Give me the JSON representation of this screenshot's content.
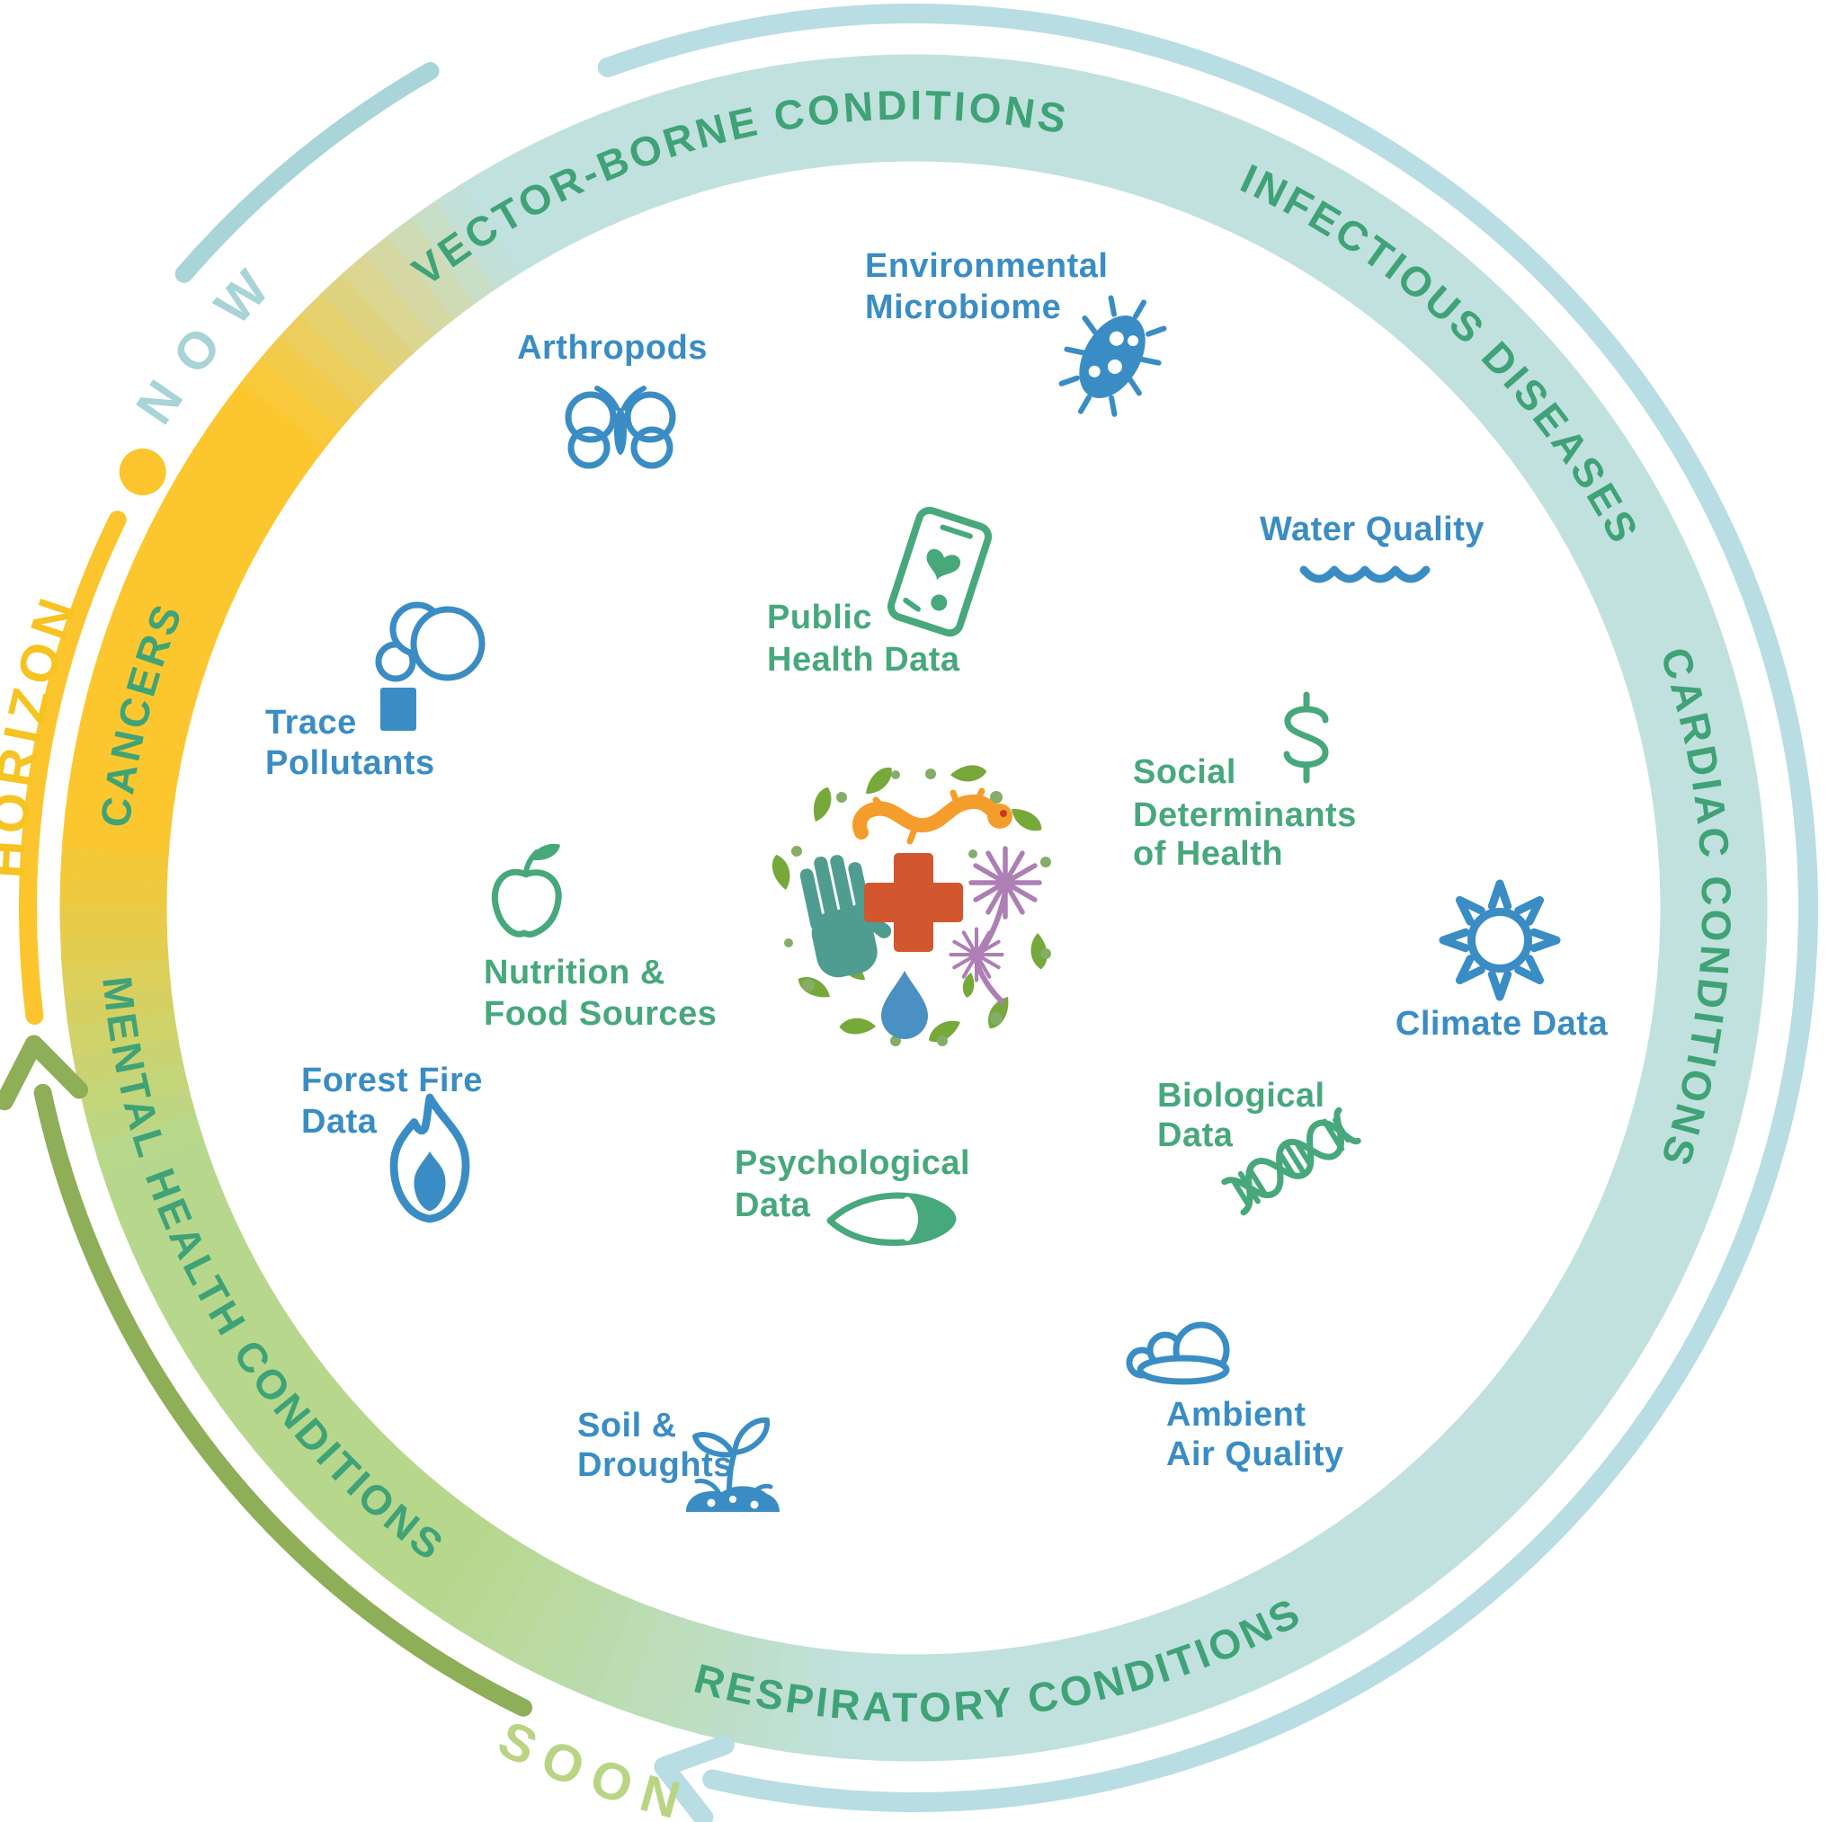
{
  "ring": {
    "vector_borne": "VECTOR-BORNE CONDITIONS",
    "infectious": "INFECTIOUS DISEASES",
    "cardiac": "CARDIAC CONDITIONS",
    "respiratory": "RESPIRATORY CONDITIONS",
    "mental_health": "MENTAL HEALTH CONDITIONS",
    "cancers": "CANCERS"
  },
  "timeline": {
    "now": "NOW",
    "soon": "SOON",
    "horizon": "HORIZON"
  },
  "items": {
    "arthropods": {
      "lines": [
        "Arthropods"
      ],
      "icon": "butterfly",
      "color": "blue"
    },
    "environmental_microbiome": {
      "lines": [
        "Environmental",
        "Microbiome"
      ],
      "icon": "microbe",
      "color": "blue"
    },
    "water_quality": {
      "lines": [
        "Water Quality"
      ],
      "icon": "water-wave",
      "color": "blue"
    },
    "public_health_data": {
      "lines": [
        "Public",
        "Health Data"
      ],
      "icon": "mobile-phone-heart",
      "color": "green"
    },
    "trace_pollutants": {
      "lines": [
        "Trace",
        "Pollutants"
      ],
      "icon": "smokestack",
      "color": "blue"
    },
    "social_determinants": {
      "lines": [
        "Social",
        "Determinants",
        "of Health"
      ],
      "icon": "dollar-sign",
      "color": "green"
    },
    "nutrition_food_sources": {
      "lines": [
        "Nutrition &",
        "Food Sources"
      ],
      "icon": "apple",
      "color": "green"
    },
    "climate_data": {
      "lines": [
        "Climate Data"
      ],
      "icon": "sun",
      "color": "blue"
    },
    "forest_fire_data": {
      "lines": [
        "Forest Fire",
        "Data"
      ],
      "icon": "flame",
      "color": "blue"
    },
    "biological_data": {
      "lines": [
        "Biological",
        "Data"
      ],
      "icon": "dna-helix",
      "color": "green"
    },
    "psychological_data": {
      "lines": [
        "Psychological",
        "Data"
      ],
      "icon": "eye",
      "color": "green"
    },
    "soil_droughts": {
      "lines": [
        "Soil &",
        "Droughts"
      ],
      "icon": "sprout",
      "color": "blue"
    },
    "ambient_air_quality": {
      "lines": [
        "Ambient",
        "Air Quality"
      ],
      "icon": "cloud",
      "color": "blue"
    }
  },
  "colors": {
    "ring_teal": "#c1e1de",
    "ring_green": "#b7d88c",
    "ring_yellow": "#fcc72e",
    "ring_label_green": "#3fa377",
    "label_blue": "#3a8dc4",
    "label_green": "#47a87c",
    "now": "#a8d3d7",
    "soon": "#b9d584",
    "horizon": "#f6c321",
    "arc_blue": "#b8dde2",
    "arc_teal_light": "#a9d5d9",
    "arc_olive": "#8fae58",
    "arc_yellow": "#fcc52d",
    "logo_hand": "#4f9d90",
    "logo_salamander": "#f59d2c",
    "logo_eye_red": "#c23b22",
    "logo_cross": "#d2572e",
    "logo_flower": "#ad7fb5",
    "logo_drop": "#4a90c2",
    "logo_leaf": "#76a83a",
    "logo_dot": "#86ad68"
  }
}
